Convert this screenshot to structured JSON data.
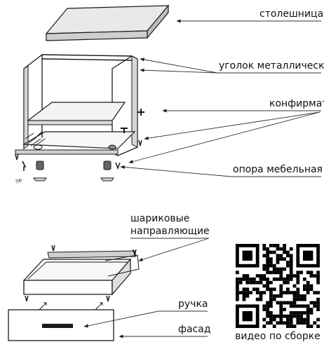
{
  "labels": {
    "countertop": "столешница",
    "metal_corner": "уголок металлический",
    "confirmat": "конфирмат",
    "furniture_leg": "опора мебельная",
    "ball_slides_line1": "шариковые",
    "ball_slides_line2": "направляющие",
    "handle": "ручка",
    "facade": "фасад",
    "assembly_video": "видео по сборке"
  },
  "icons": {
    "qr": "qr-code-icon"
  },
  "colors": {
    "line": "#1a1a1a",
    "fill": "#e9e9e9",
    "text": "#111111"
  }
}
